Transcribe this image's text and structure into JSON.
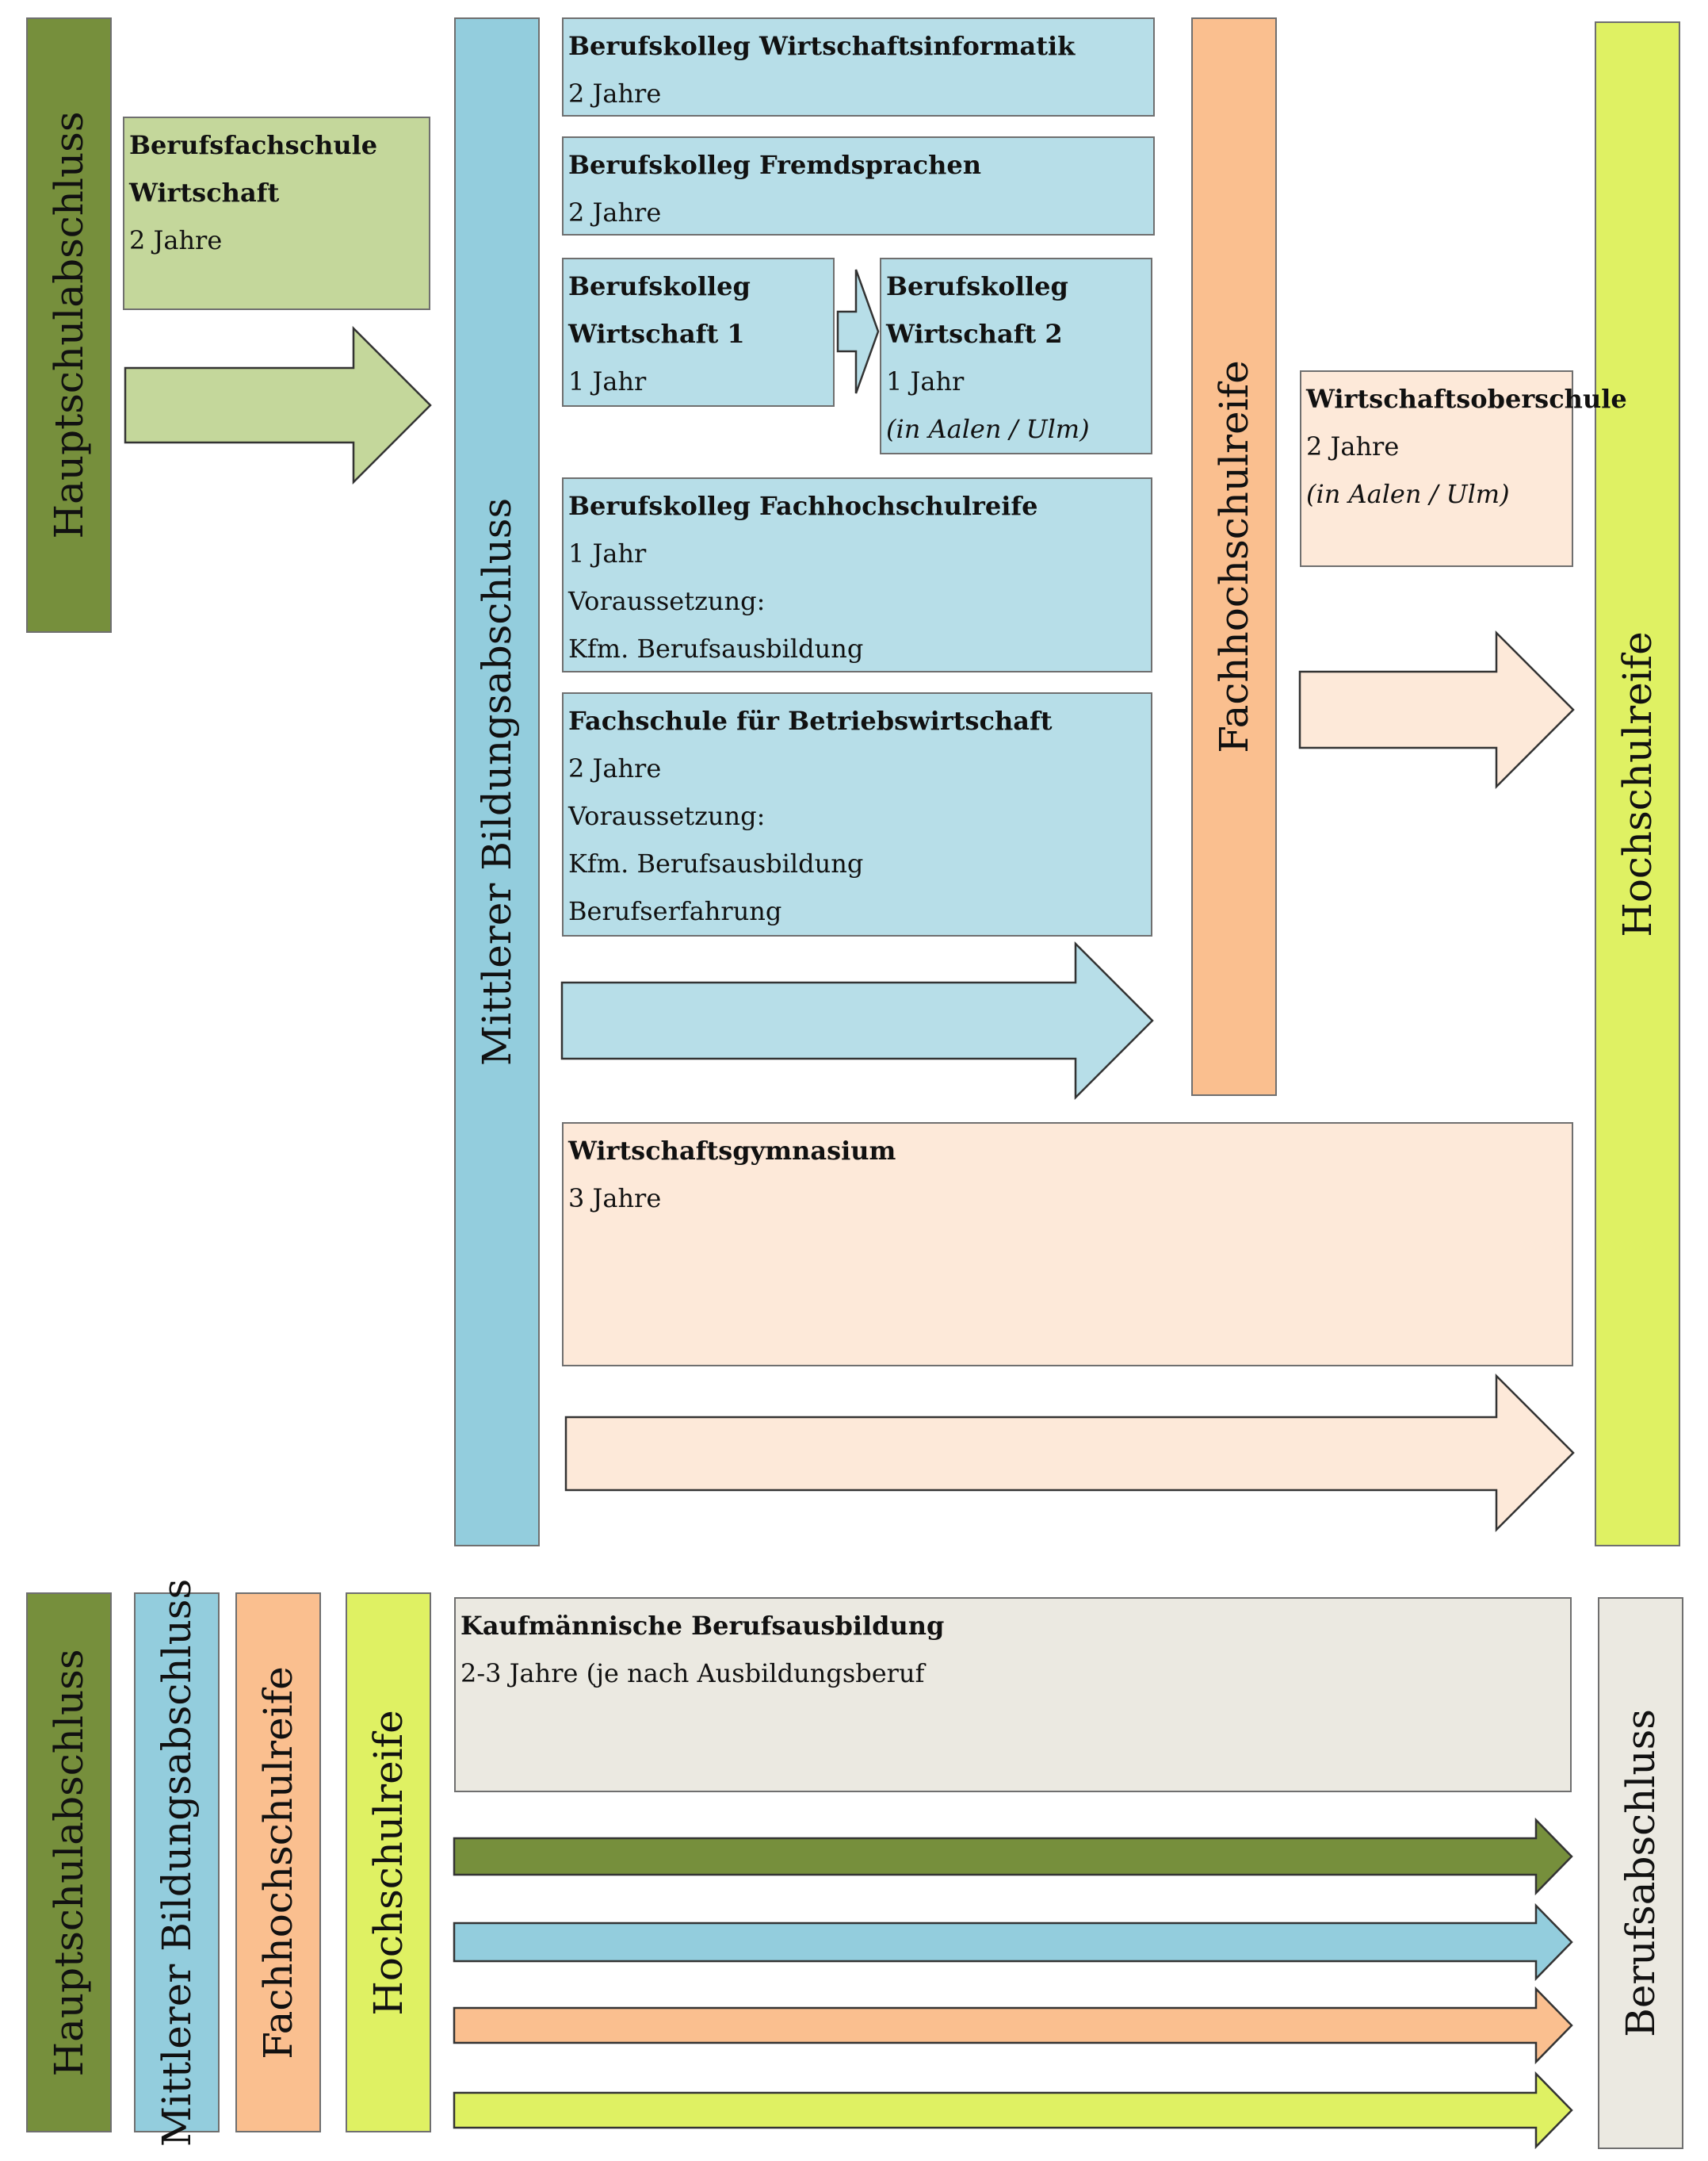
{
  "colors": {
    "hauptschule": "#768f3c",
    "hauptschule_light": "#c4d79b",
    "mittlerer": "#93cddd",
    "mittlerer_light": "#b7dee8",
    "fachhochschulreife": "#fabf8f",
    "fachhochschulreife_light": "#fde9d9",
    "hochschulreife": "#dff163",
    "berufsabschluss": "#ebe9e1"
  },
  "pillars": {
    "hauptschulabschluss": "Hauptschulabschluss",
    "mittlerer": "Mittlerer Bildungsabschluss",
    "fachhochschulreife": "Fachhochschulreife",
    "hochschulreife": "Hochschulreife"
  },
  "boxes": {
    "berufsfachschule": {
      "title": "Berufsfachschule",
      "title2": "Wirtschaft",
      "duration": "2 Jahre"
    },
    "bk_wirtschaftsinformatik": {
      "title": "Berufskolleg Wirtschaftsinformatik",
      "duration": "2 Jahre"
    },
    "bk_fremdsprachen": {
      "title": "Berufskolleg Fremdsprachen",
      "duration": "2 Jahre"
    },
    "bk_wirtschaft1": {
      "title": "Berufskolleg",
      "title2": "Wirtschaft 1",
      "duration": "1 Jahr"
    },
    "bk_wirtschaft2": {
      "title": "Berufskolleg",
      "title2": "Wirtschaft 2",
      "duration": "1 Jahr",
      "note": "(in Aalen / Ulm)"
    },
    "wirtschaftsoberschule": {
      "title": "Wirtschaftsoberschule",
      "duration": "2 Jahre",
      "note": "(in Aalen / Ulm)"
    },
    "bk_fachhochschulreife": {
      "title": "Berufskolleg Fachhochschulreife",
      "duration": "1 Jahr",
      "req_label": "Voraussetzung:",
      "req1": "Kfm. Berufsausbildung"
    },
    "fachschule_bw": {
      "title": "Fachschule für Betriebswirtschaft",
      "duration": "2 Jahre",
      "req_label": "Voraussetzung:",
      "req1": "Kfm. Berufsausbildung",
      "req2": "Berufserfahrung"
    },
    "wirtschaftsgymnasium": {
      "title": "Wirtschaftsgymnasium",
      "duration": "3 Jahre"
    },
    "kaufm_ausbildung": {
      "title": "Kaufmännische Berufsausbildung",
      "duration": "2-3 Jahre (je nach Ausbildungsberuf"
    }
  },
  "bottom": {
    "hauptschulabschluss": "Hauptschulabschluss",
    "mittlerer": "Mittlerer Bildungsabschluss",
    "fachhochschulreife": "Fachhochschulreife",
    "hochschulreife": "Hochschulreife",
    "berufsabschluss": "Berufsabschluss"
  }
}
